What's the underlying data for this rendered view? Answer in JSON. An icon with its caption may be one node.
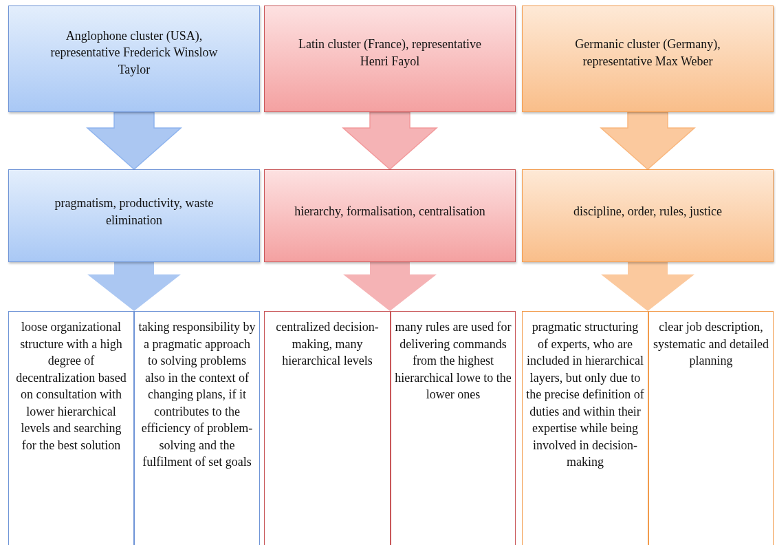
{
  "diagram": {
    "nodes": [
      {
        "text": [
          "Anglophone cluster (USA), representative Frederick Winslow Taylor"
        ]
      },
      {
        "text": [
          "Latin cluster (France), representative Henri Fayol"
        ]
      },
      {
        "text": [
          "Germanic cluster (Germany), representative Max Weber"
        ]
      },
      {
        "text": [
          "pragmatism, productivity, waste elimination"
        ]
      },
      {
        "text": [
          "hierarchy, formalisation, centralisation"
        ]
      },
      {
        "text": [
          "discipline, order, rules, justice"
        ]
      },
      {
        "text": [
          "loose organizational structure with a high degree of decentralization based on consultation with lower hierarchical levels and searching for the best solution"
        ]
      },
      {
        "text": [
          "taking responsibility by a pragmatic approach to solving problems also in the context of changing plans, if it contributes to the efficiency of problem-solving and the fulfilment of set goals"
        ]
      },
      {
        "text": [
          "centralized decision-making, many hierarchical levels"
        ]
      },
      {
        "text": [
          "many rules are used for delivering commands from the highest hierarchical lowe to the lower ones"
        ]
      },
      {
        "text": [
          "pragmatic structuring of experts, who are included in hierarchical layers, but only due to the precise definition of duties and within their expertise while being involved in decision-making"
        ]
      },
      {
        "text": [
          "clear job description, systematic and detailed planning"
        ]
      }
    ],
    "edges": [
      {
        "from": 0,
        "to": 3,
        "arrow": "to",
        "color": "#8fb4ee"
      },
      {
        "from": 1,
        "to": 4,
        "arrow": "to",
        "color": "#f29a9c"
      },
      {
        "from": 2,
        "to": 5,
        "arrow": "to",
        "color": "#f9b77e"
      },
      {
        "from": 3,
        "to": 6,
        "arrow": "to",
        "color": "#8fb4ee"
      },
      {
        "from": 3,
        "to": 7,
        "arrow": "to",
        "color": "#8fb4ee"
      },
      {
        "from": 4,
        "to": 8,
        "arrow": "to",
        "color": "#f29a9c"
      },
      {
        "from": 4,
        "to": 9,
        "arrow": "to",
        "color": "#f29a9c"
      },
      {
        "from": 5,
        "to": 10,
        "arrow": "to",
        "color": "#f9b77e"
      },
      {
        "from": 5,
        "to": 11,
        "arrow": "to",
        "color": "#f9b77e"
      }
    ]
  }
}
